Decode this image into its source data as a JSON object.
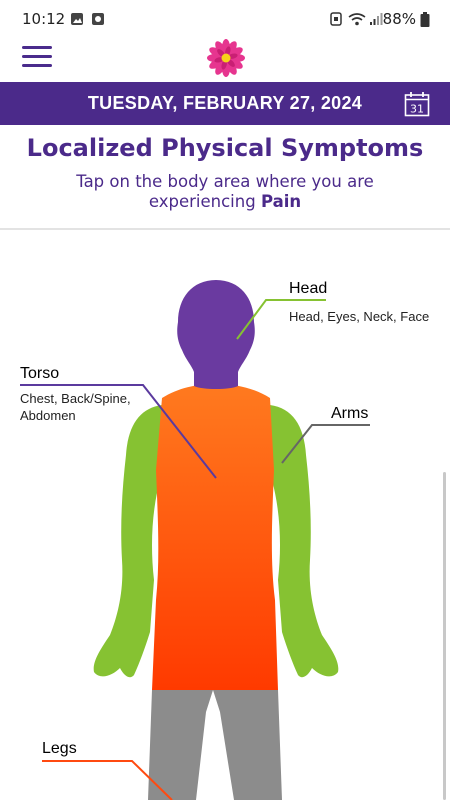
{
  "status_bar": {
    "time": "10:12",
    "battery": "88%"
  },
  "date_bar": {
    "date": "TUESDAY, FEBRUARY 27, 2024",
    "calendar_day": "31"
  },
  "header": {
    "title": "Localized Physical Symptoms",
    "subtitle_line1": "Tap on the body area where you are",
    "subtitle_line2_prefix": "experiencing ",
    "subtitle_emphasis": "Pain"
  },
  "regions": {
    "head": {
      "label": "Head",
      "detail": "Head, Eyes, Neck, Face"
    },
    "torso": {
      "label": "Torso",
      "detail_line1": "Chest, Back/Spine,",
      "detail_line2": "Abdomen"
    },
    "arms": {
      "label": "Arms"
    },
    "legs": {
      "label": "Legs"
    }
  },
  "colors": {
    "brand": "#4b2a8a",
    "head": "#6a3aa0",
    "torso": "#ff5a1a",
    "arms": "#86c232",
    "legs": "#8c8c8c",
    "logo": "#e6358f"
  }
}
